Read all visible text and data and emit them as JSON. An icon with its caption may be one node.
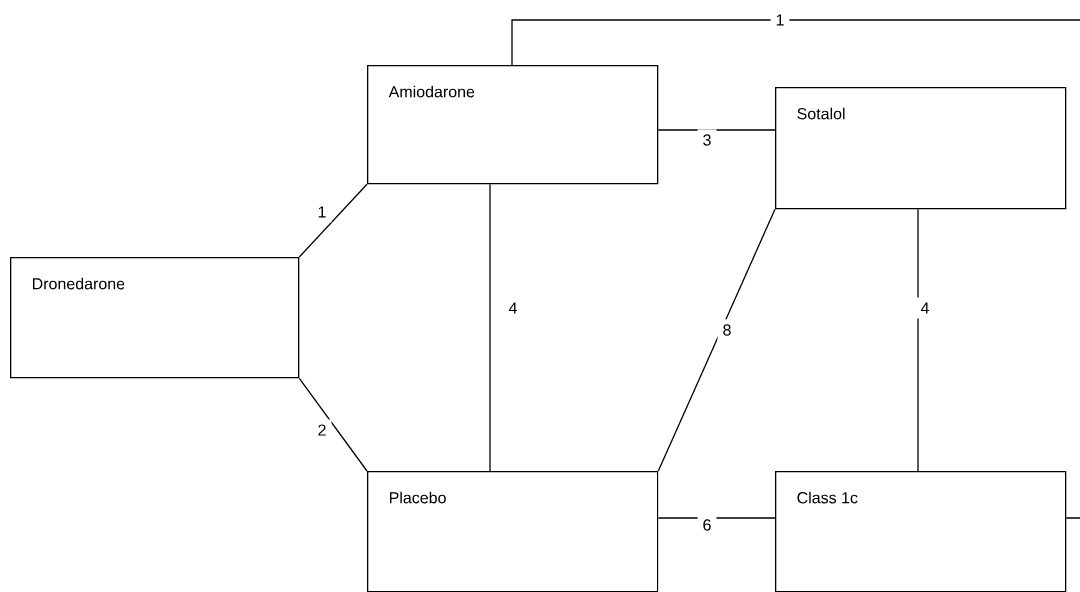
{
  "diagram": {
    "nodes": [
      {
        "text": [
          "Amiodarone"
        ]
      },
      {
        "text": [
          "Sotalol"
        ]
      },
      {
        "text": [
          "Dronedarone"
        ]
      },
      {
        "text": [
          "Placebo"
        ]
      },
      {
        "text": [
          "Class 1c"
        ]
      }
    ],
    "edges": [
      {
        "from": 2,
        "to": 0,
        "arrow": "none",
        "label": "1"
      },
      {
        "from": 2,
        "to": 3,
        "arrow": "none",
        "label": "2"
      },
      {
        "from": 0,
        "to": 1,
        "arrow": "none",
        "label": "3"
      },
      {
        "from": 0,
        "to": 3,
        "arrow": "none",
        "label": "4"
      },
      {
        "from": 1,
        "to": 3,
        "arrow": "none",
        "label": "8"
      },
      {
        "from": 1,
        "to": 4,
        "arrow": "none",
        "label": "4"
      },
      {
        "from": 3,
        "to": 4,
        "arrow": "none",
        "label": "6"
      },
      {
        "from": 0,
        "to": 4,
        "arrow": "none",
        "label": "1"
      }
    ]
  }
}
